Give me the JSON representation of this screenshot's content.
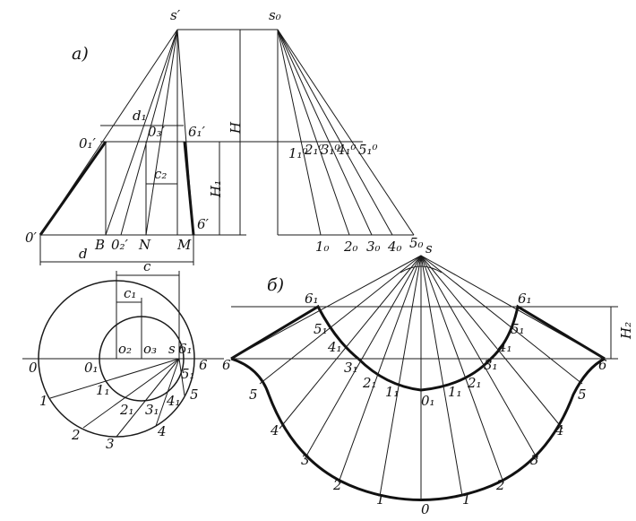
{
  "figure_labels": {
    "a": "а)",
    "b": "б)"
  },
  "view_a": {
    "apex": "s′",
    "apex_proj": "s₀",
    "base_left": "0′",
    "top_left": "0₁′",
    "top_right": "6₁′",
    "base_right": "6′",
    "top_center": "0₃′",
    "B": "B",
    "o2": "0₂′",
    "N": "N",
    "M": "M",
    "d": "d",
    "d1": "d₁",
    "c2": "c₂",
    "H": "H",
    "H1": "H₁",
    "top_proj_points": [
      "1₁⁰",
      "2₁⁰",
      "3₁⁰",
      "4₁⁰",
      "5₁⁰"
    ],
    "base_proj_points": [
      "1₀",
      "2₀",
      "3₀",
      "4₀",
      "5₀"
    ]
  },
  "view_plan": {
    "c": "c",
    "c1": "c₁",
    "o2": "o₂",
    "o3": "o₃",
    "s": "s",
    "outer_points": [
      "0",
      "1",
      "2",
      "3",
      "4",
      "5",
      "6"
    ],
    "inner_points": [
      "0₁",
      "1₁",
      "2₁",
      "3₁",
      "4₁",
      "5₁",
      "6₁"
    ]
  },
  "development": {
    "apex": "s",
    "H2": "H₂",
    "outer_labels": [
      "6",
      "5",
      "4",
      "3",
      "2",
      "1",
      "0",
      "1",
      "2",
      "3",
      "4",
      "5",
      "6"
    ],
    "inner_labels": [
      "6₁",
      "5₁",
      "4₁",
      "3₁",
      "2₁",
      "1₁",
      "0₁",
      "1₁",
      "2₁",
      "3₁",
      "4₁",
      "5₁",
      "6₁"
    ]
  }
}
